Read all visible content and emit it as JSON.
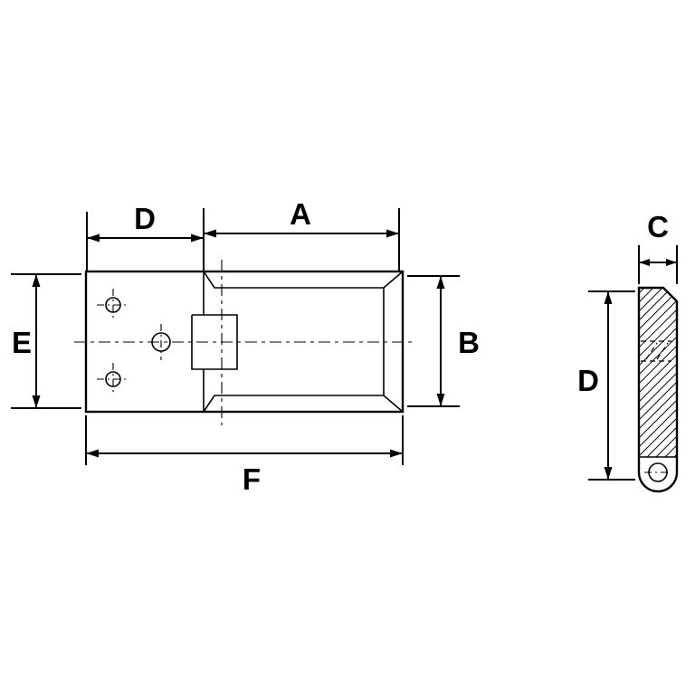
{
  "drawing": {
    "background": "#ffffff",
    "line_color": "#000000",
    "type": "technical-dimension-drawing",
    "front_view": {
      "dim_top_left": "D",
      "dim_top_right": "A",
      "dim_left": "E",
      "dim_right": "B",
      "dim_bottom": "F"
    },
    "side_view": {
      "dim_top": "C",
      "dim_left": "D"
    }
  }
}
